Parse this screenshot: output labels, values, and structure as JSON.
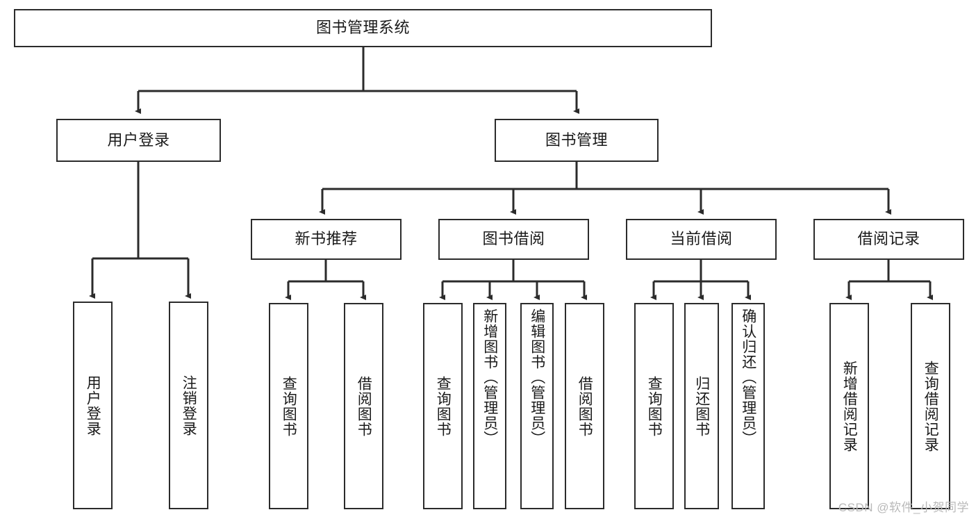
{
  "diagram": {
    "title_node": {
      "label": "图书管理系统"
    },
    "level1": [
      {
        "id": "user-login",
        "label": "用户登录"
      },
      {
        "id": "book-management",
        "label": "图书管理"
      }
    ],
    "level2": [
      {
        "id": "new-book-recommend",
        "label": "新书推荐"
      },
      {
        "id": "book-borrow",
        "label": "图书借阅"
      },
      {
        "id": "current-borrow",
        "label": "当前借阅"
      },
      {
        "id": "borrow-record",
        "label": "借阅记录"
      }
    ],
    "leaves": [
      {
        "id": "leaf-user-login",
        "label": "用户登录",
        "parent": "user-login"
      },
      {
        "id": "leaf-logout-login",
        "label": "注销登录",
        "parent": "user-login"
      },
      {
        "id": "leaf-query-book-1",
        "label": "查询图书",
        "parent": "new-book-recommend"
      },
      {
        "id": "leaf-borrow-book-1",
        "label": "借阅图书",
        "parent": "new-book-recommend"
      },
      {
        "id": "leaf-query-book-2",
        "label": "查询图书",
        "parent": "book-borrow"
      },
      {
        "id": "leaf-add-book",
        "label": "新增图书（管理员）",
        "parent": "book-borrow"
      },
      {
        "id": "leaf-edit-book",
        "label": "编辑图书（管理员）",
        "parent": "book-borrow"
      },
      {
        "id": "leaf-borrow-book-2",
        "label": "借阅图书",
        "parent": "book-borrow"
      },
      {
        "id": "leaf-query-book-3",
        "label": "查询图书",
        "parent": "current-borrow"
      },
      {
        "id": "leaf-return-book",
        "label": "归还图书",
        "parent": "current-borrow"
      },
      {
        "id": "leaf-confirm-return",
        "label": "确认归还（管理员）",
        "parent": "current-borrow"
      },
      {
        "id": "leaf-add-record",
        "label": "新增借阅记录",
        "parent": "borrow-record"
      },
      {
        "id": "leaf-query-record",
        "label": "查询借阅记录",
        "parent": "borrow-record"
      }
    ]
  },
  "watermark": {
    "text": "CSDN @软件_小贺同学"
  },
  "colors": {
    "stroke": "#2b2b2b",
    "background": "#ffffff",
    "text": "#1a1a1a",
    "watermark": "#b9b9b9"
  }
}
